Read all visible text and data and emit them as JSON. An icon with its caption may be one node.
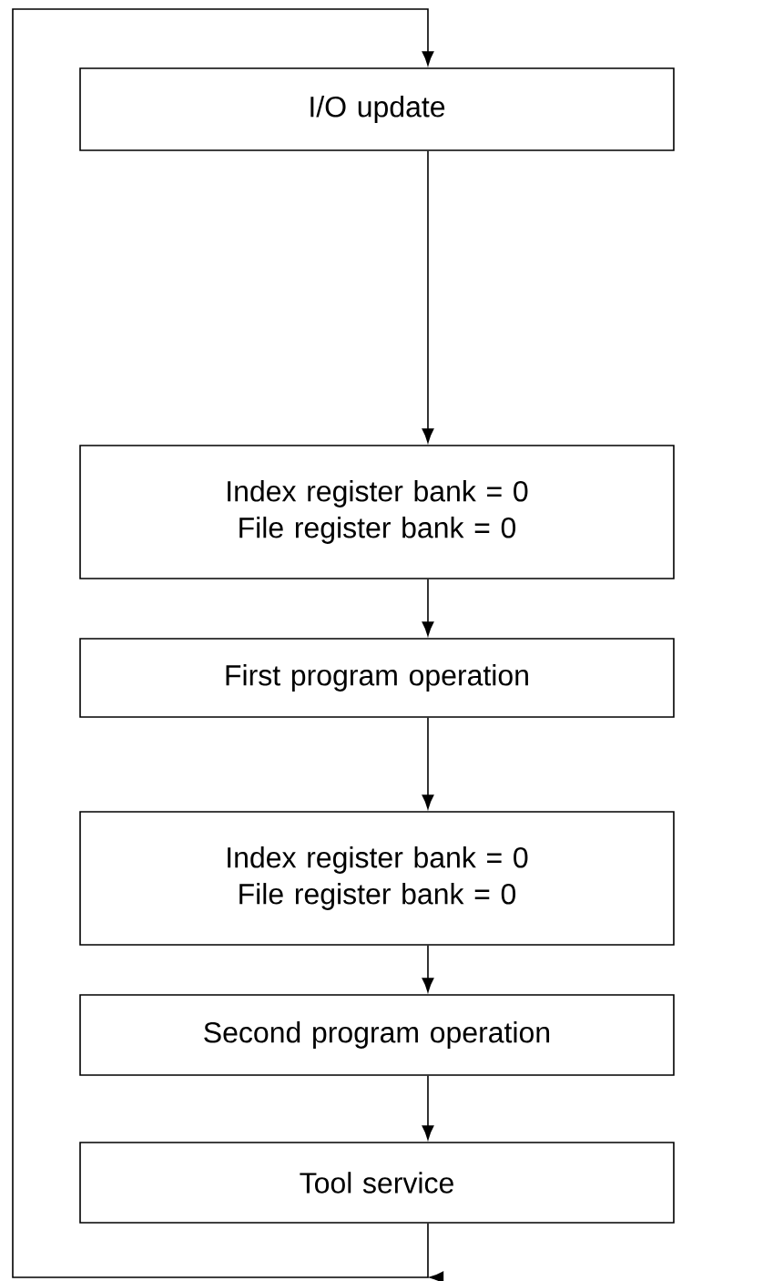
{
  "diagram": {
    "nodes": [
      {
        "text": [
          "I/O update"
        ]
      },
      {
        "text": [
          "Index register bank = 0 File register bank = 0"
        ]
      },
      {
        "text": [
          "First program operation"
        ]
      },
      {
        "text": [
          "Index register bank = 0 File register bank = 0"
        ]
      },
      {
        "text": [
          "Second program operation"
        ]
      },
      {
        "text": [
          "Tool service"
        ]
      }
    ],
    "edges": [
      {
        "from": 0,
        "to": 1,
        "arrow": "to"
      },
      {
        "from": 1,
        "to": 2,
        "arrow": "to"
      },
      {
        "from": 2,
        "to": 3,
        "arrow": "to"
      },
      {
        "from": 3,
        "to": 4,
        "arrow": "to"
      },
      {
        "from": 4,
        "to": 5,
        "arrow": "to"
      },
      {
        "from": 5,
        "to": 0,
        "arrow": "to"
      }
    ]
  }
}
